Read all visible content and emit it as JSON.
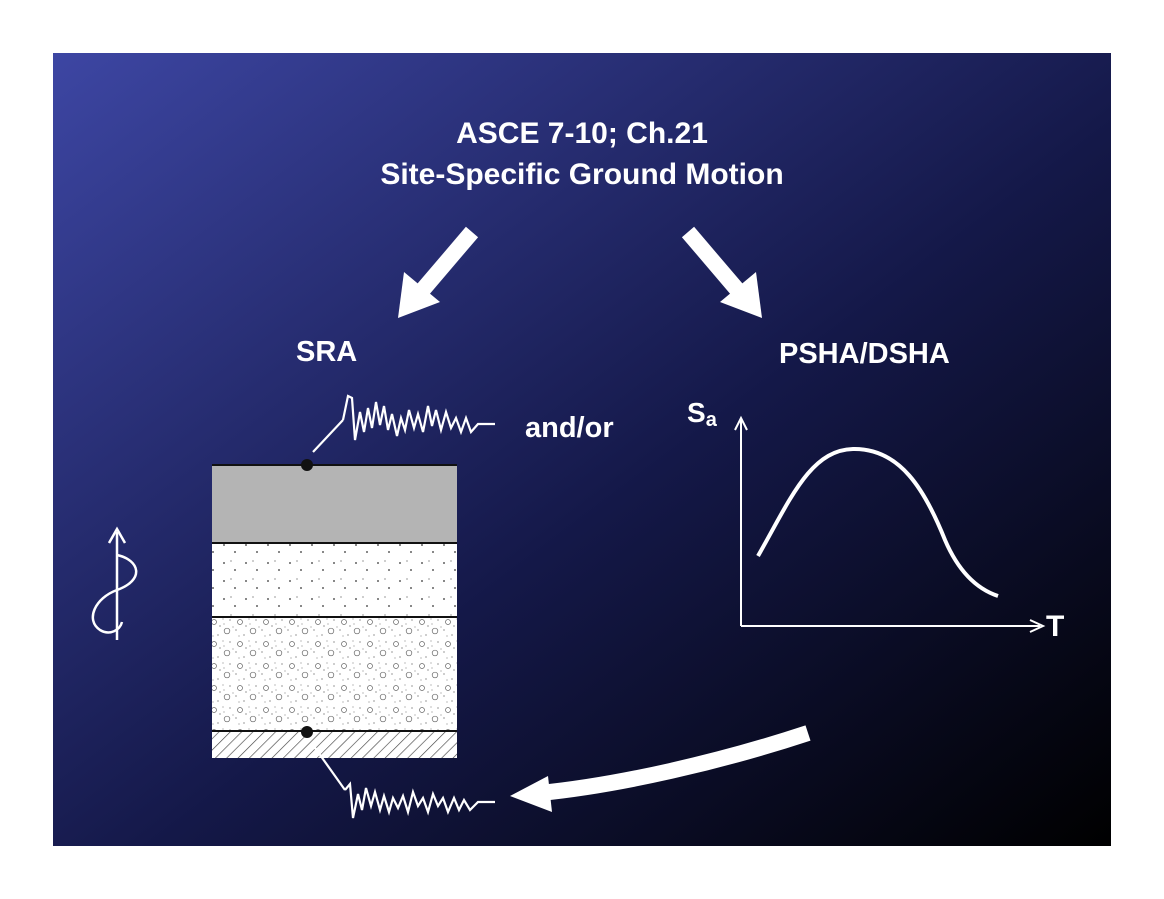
{
  "title": {
    "line1": "ASCE 7-10; Ch.21",
    "line2": "Site-Specific Ground Motion"
  },
  "left_branch": {
    "label": "SRA",
    "connector": "and/or"
  },
  "right_branch": {
    "label": "PSHA/DSHA",
    "y_axis_label": "S",
    "y_axis_subscript": "a",
    "x_axis_label": "T"
  },
  "colors": {
    "background_start": "#3d46a3",
    "background_end": "#000000",
    "layer_top": "#b4b4b4",
    "layer_fill": "#ffffff",
    "foreground": "#ffffff"
  },
  "icons": [
    "arrow-down-left-icon",
    "arrow-down-right-icon",
    "curved-arrow-left-icon",
    "shear-wave-icon",
    "seismogram-icon"
  ]
}
